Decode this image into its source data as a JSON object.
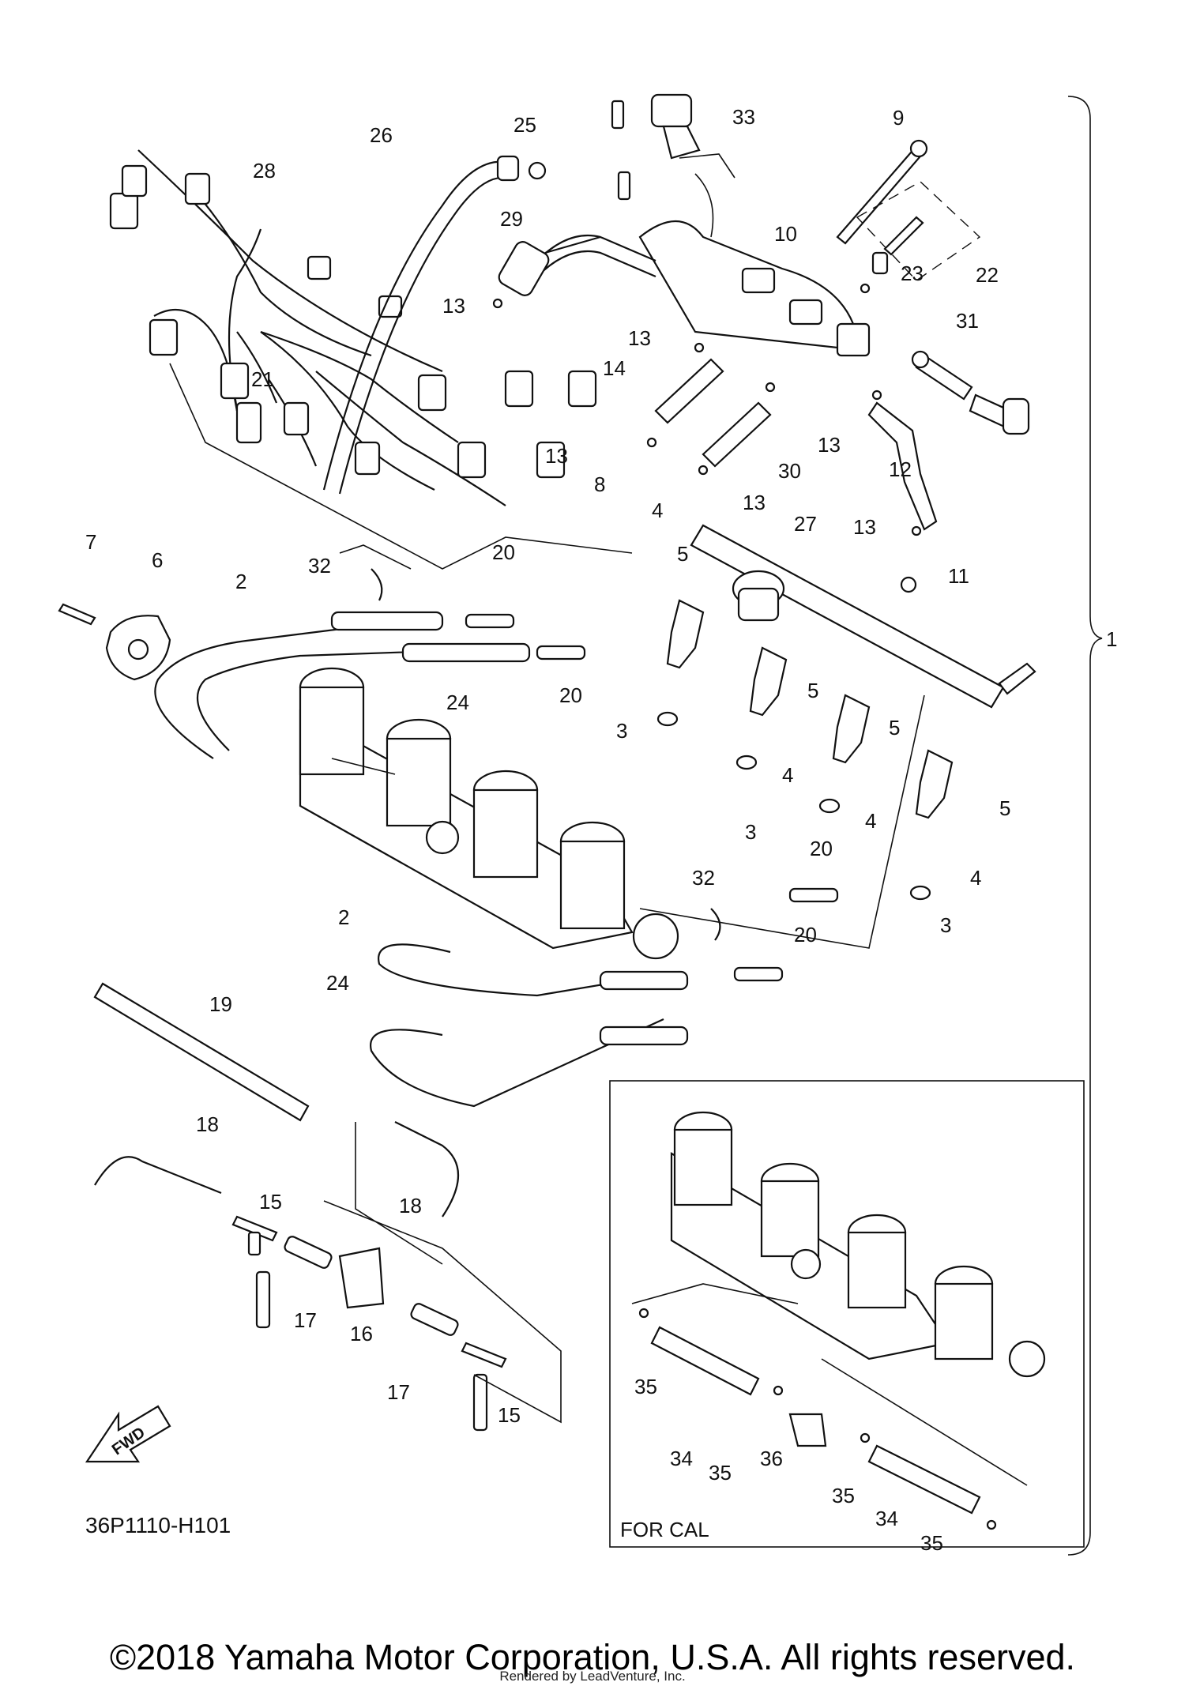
{
  "diagram": {
    "code": "36P1110-H101",
    "inset_label": "FOR CAL",
    "fwd_label": "FWD",
    "assembly_ref": "1",
    "callouts": [
      {
        "id": "c1",
        "text": "1"
      },
      {
        "id": "c2a",
        "text": "2"
      },
      {
        "id": "c2b",
        "text": "2"
      },
      {
        "id": "c3a",
        "text": "3"
      },
      {
        "id": "c3b",
        "text": "3"
      },
      {
        "id": "c3c",
        "text": "3"
      },
      {
        "id": "c4a",
        "text": "4"
      },
      {
        "id": "c4b",
        "text": "4"
      },
      {
        "id": "c4c",
        "text": "4"
      },
      {
        "id": "c4d",
        "text": "4"
      },
      {
        "id": "c5a",
        "text": "5"
      },
      {
        "id": "c5b",
        "text": "5"
      },
      {
        "id": "c5c",
        "text": "5"
      },
      {
        "id": "c5d",
        "text": "5"
      },
      {
        "id": "c6",
        "text": "6"
      },
      {
        "id": "c7",
        "text": "7"
      },
      {
        "id": "c8",
        "text": "8"
      },
      {
        "id": "c9",
        "text": "9"
      },
      {
        "id": "c10",
        "text": "10"
      },
      {
        "id": "c11",
        "text": "11"
      },
      {
        "id": "c12",
        "text": "12"
      },
      {
        "id": "c13a",
        "text": "13"
      },
      {
        "id": "c13b",
        "text": "13"
      },
      {
        "id": "c13c",
        "text": "13"
      },
      {
        "id": "c13d",
        "text": "13"
      },
      {
        "id": "c13e",
        "text": "13"
      },
      {
        "id": "c13f",
        "text": "13"
      },
      {
        "id": "c14",
        "text": "14"
      },
      {
        "id": "c15a",
        "text": "15"
      },
      {
        "id": "c15b",
        "text": "15"
      },
      {
        "id": "c16",
        "text": "16"
      },
      {
        "id": "c17a",
        "text": "17"
      },
      {
        "id": "c17b",
        "text": "17"
      },
      {
        "id": "c18a",
        "text": "18"
      },
      {
        "id": "c18b",
        "text": "18"
      },
      {
        "id": "c19",
        "text": "19"
      },
      {
        "id": "c20a",
        "text": "20"
      },
      {
        "id": "c20b",
        "text": "20"
      },
      {
        "id": "c20c",
        "text": "20"
      },
      {
        "id": "c20d",
        "text": "20"
      },
      {
        "id": "c21",
        "text": "21"
      },
      {
        "id": "c22",
        "text": "22"
      },
      {
        "id": "c23",
        "text": "23"
      },
      {
        "id": "c24a",
        "text": "24"
      },
      {
        "id": "c24b",
        "text": "24"
      },
      {
        "id": "c25",
        "text": "25"
      },
      {
        "id": "c26",
        "text": "26"
      },
      {
        "id": "c27",
        "text": "27"
      },
      {
        "id": "c28",
        "text": "28"
      },
      {
        "id": "c29",
        "text": "29"
      },
      {
        "id": "c30",
        "text": "30"
      },
      {
        "id": "c31",
        "text": "31"
      },
      {
        "id": "c32a",
        "text": "32"
      },
      {
        "id": "c32b",
        "text": "32"
      },
      {
        "id": "c33",
        "text": "33"
      },
      {
        "id": "c34a",
        "text": "34"
      },
      {
        "id": "c34b",
        "text": "34"
      },
      {
        "id": "c35a",
        "text": "35"
      },
      {
        "id": "c35b",
        "text": "35"
      },
      {
        "id": "c35c",
        "text": "35"
      },
      {
        "id": "c35d",
        "text": "35"
      },
      {
        "id": "c36",
        "text": "36"
      }
    ]
  },
  "footer": {
    "copyright": "©2018 Yamaha Motor Corporation, U.S.A. All rights reserved.",
    "rendered_by": "Rendered by LeadVenture, Inc."
  }
}
